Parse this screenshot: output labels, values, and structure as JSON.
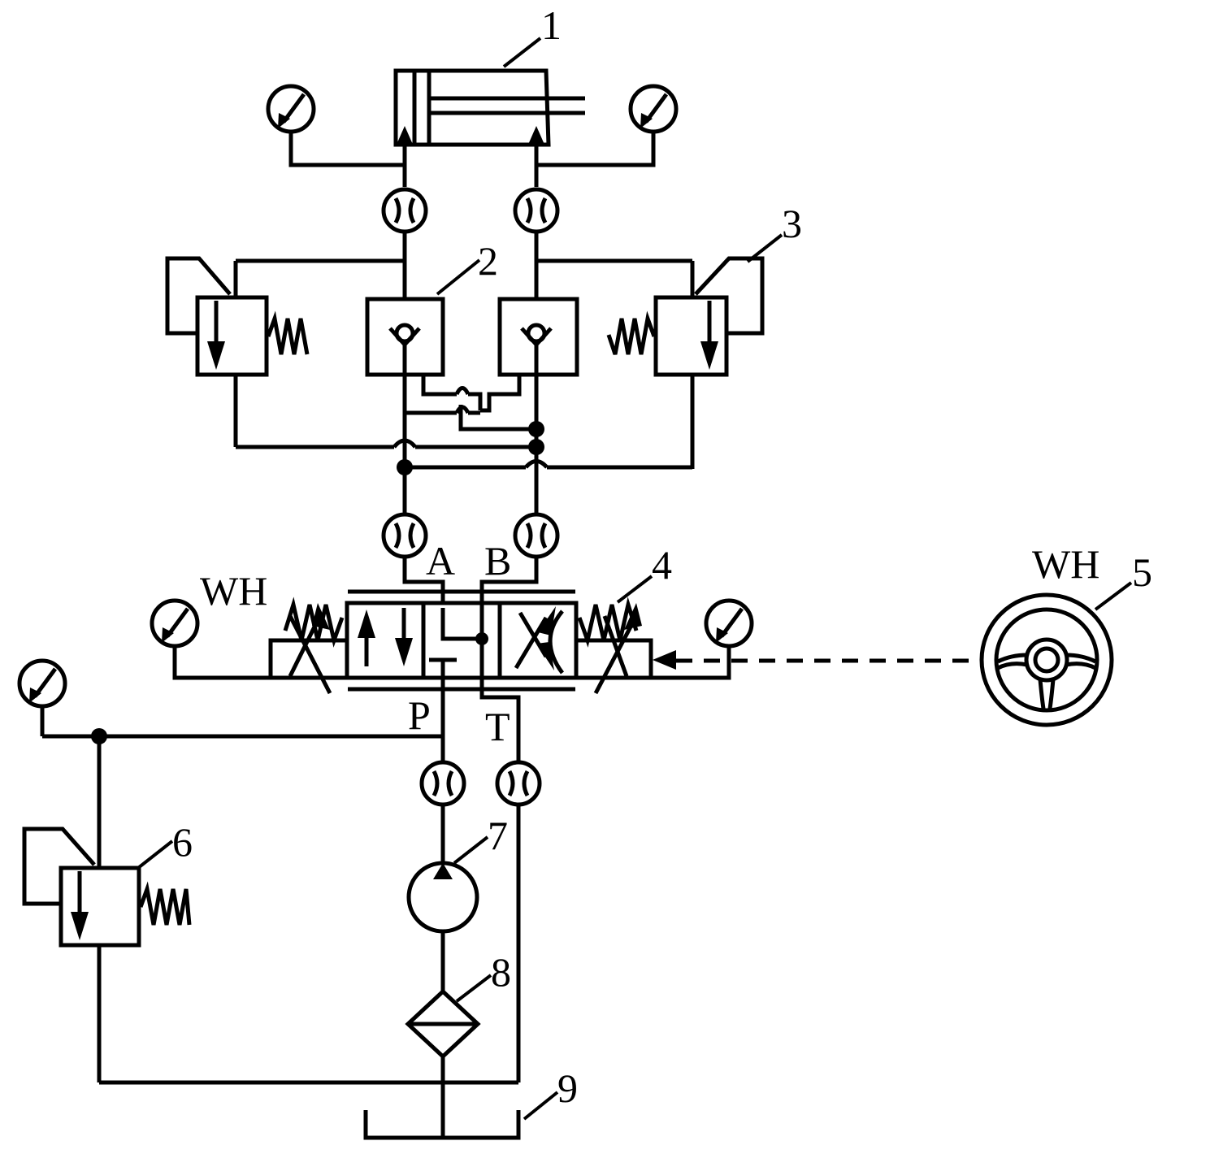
{
  "labels": {
    "cylinder": "1",
    "check_valves": "2",
    "relief_valves_upper": "3",
    "directional_valve": "4",
    "steering_wheel": "5",
    "relief_valve_main": "6",
    "pump": "7",
    "filter": "8",
    "tank": "9"
  },
  "ports": {
    "a": "A",
    "b": "B",
    "p": "P",
    "t": "T"
  },
  "tags": {
    "wh_valve": "WH",
    "wh_wheel": "WH"
  }
}
